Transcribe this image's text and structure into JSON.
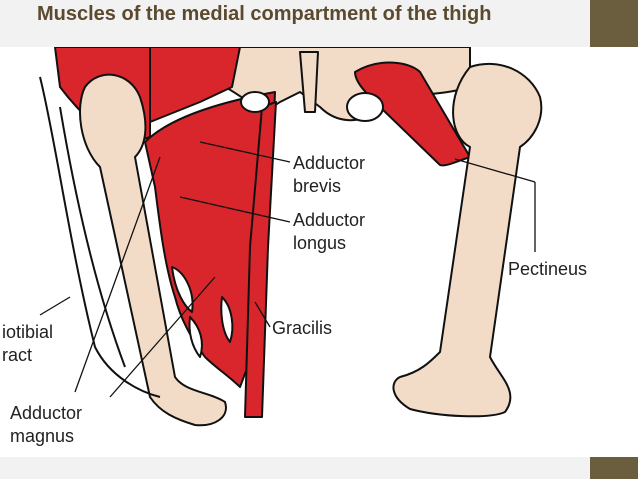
{
  "slide": {
    "title": "Muscles of the medial compartment  of the thigh"
  },
  "labels": {
    "adductor_brevis": [
      "Adductor",
      "brevis"
    ],
    "adductor_longus": [
      "Adductor",
      "longus"
    ],
    "pectineus": [
      "Pectineus"
    ],
    "gracilis": [
      "Gracilis"
    ],
    "iliotibial_tract": [
      "iotibial",
      "ract"
    ],
    "adductor_magnus": [
      "Adductor",
      "magnus"
    ]
  },
  "colors": {
    "muscle": "#d9262c",
    "bone": "#f2dcc7",
    "accent": "#6b5e3f",
    "title": "#5b4a2e"
  }
}
